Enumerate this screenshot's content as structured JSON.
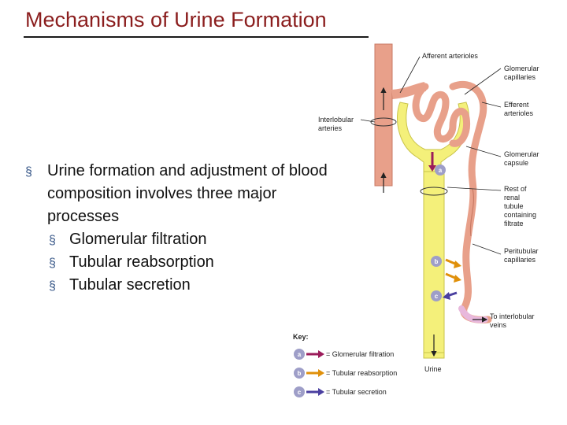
{
  "slide": {
    "title": "Mechanisms of Urine Formation",
    "bullet_main": "Urine formation and adjustment of blood composition involves three major processes",
    "bullet_marker": "§",
    "sub_bullets": [
      "Glomerular filtration",
      "Tubular reabsorption",
      "Tubular secretion"
    ]
  },
  "diagram": {
    "labels": {
      "afferent": "Afferent arterioles",
      "glomerular_cap_1": "Glomerular",
      "glomerular_cap_2": "capillaries",
      "efferent_1": "Efferent",
      "efferent_2": "arterioles",
      "interlobular_1": "Interlobular",
      "interlobular_2": "arteries",
      "capsule_1": "Glomerular",
      "capsule_2": "capsule",
      "rest_1": "Rest of",
      "rest_2": "renal",
      "rest_3": "tubule",
      "rest_4": "containing",
      "rest_5": "filtrate",
      "peritubular_1": "Peritubular",
      "peritubular_2": "capillaries",
      "veins_1": "To interlobular",
      "veins_2": "veins",
      "urine": "Urine"
    },
    "markers": {
      "a": "a",
      "b": "b",
      "c": "c"
    },
    "key": {
      "title": "Key:",
      "items": [
        {
          "letter": "a",
          "text": "= Glomerular filtration"
        },
        {
          "letter": "b",
          "text": "= Tubular reabsorption"
        },
        {
          "letter": "c",
          "text": "= Tubular secretion"
        }
      ]
    },
    "colors": {
      "artery": "#E8A08A",
      "artery_dark": "#C97A64",
      "tubule": "#F4F07A",
      "tubule_dark": "#C9C34A",
      "vein": "#E8B8DC",
      "filtration": "#9B1B5A",
      "reabsorption": "#E0900A",
      "secretion": "#4A3FA0",
      "marker_fill": "#9E9EC8"
    }
  }
}
